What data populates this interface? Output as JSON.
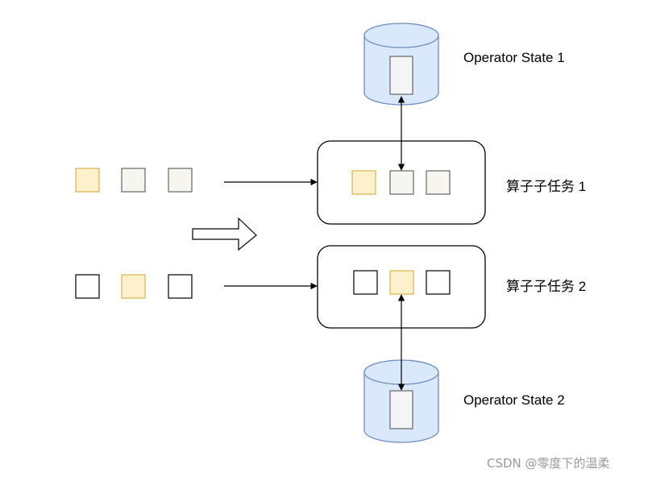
{
  "states": [
    {
      "id": "state1",
      "label": "Operator State 1"
    },
    {
      "id": "state2",
      "label": "Operator State 2"
    }
  ],
  "subtasks": [
    {
      "id": "subtask1",
      "label": "算子子任务 1"
    },
    {
      "id": "subtask2",
      "label": "算子子任务 2"
    }
  ],
  "watermark": "CSDN @零度下的温柔",
  "colors": {
    "highlight_fill": "#fdf0cc",
    "highlight_stroke": "#d9b54a",
    "gray_fill": "#f6f5ef",
    "gray_stroke": "#666666",
    "white_fill": "#ffffff",
    "db_fill": "#dae8fc",
    "db_stroke": "#6c8ebf",
    "line": "#000000"
  }
}
